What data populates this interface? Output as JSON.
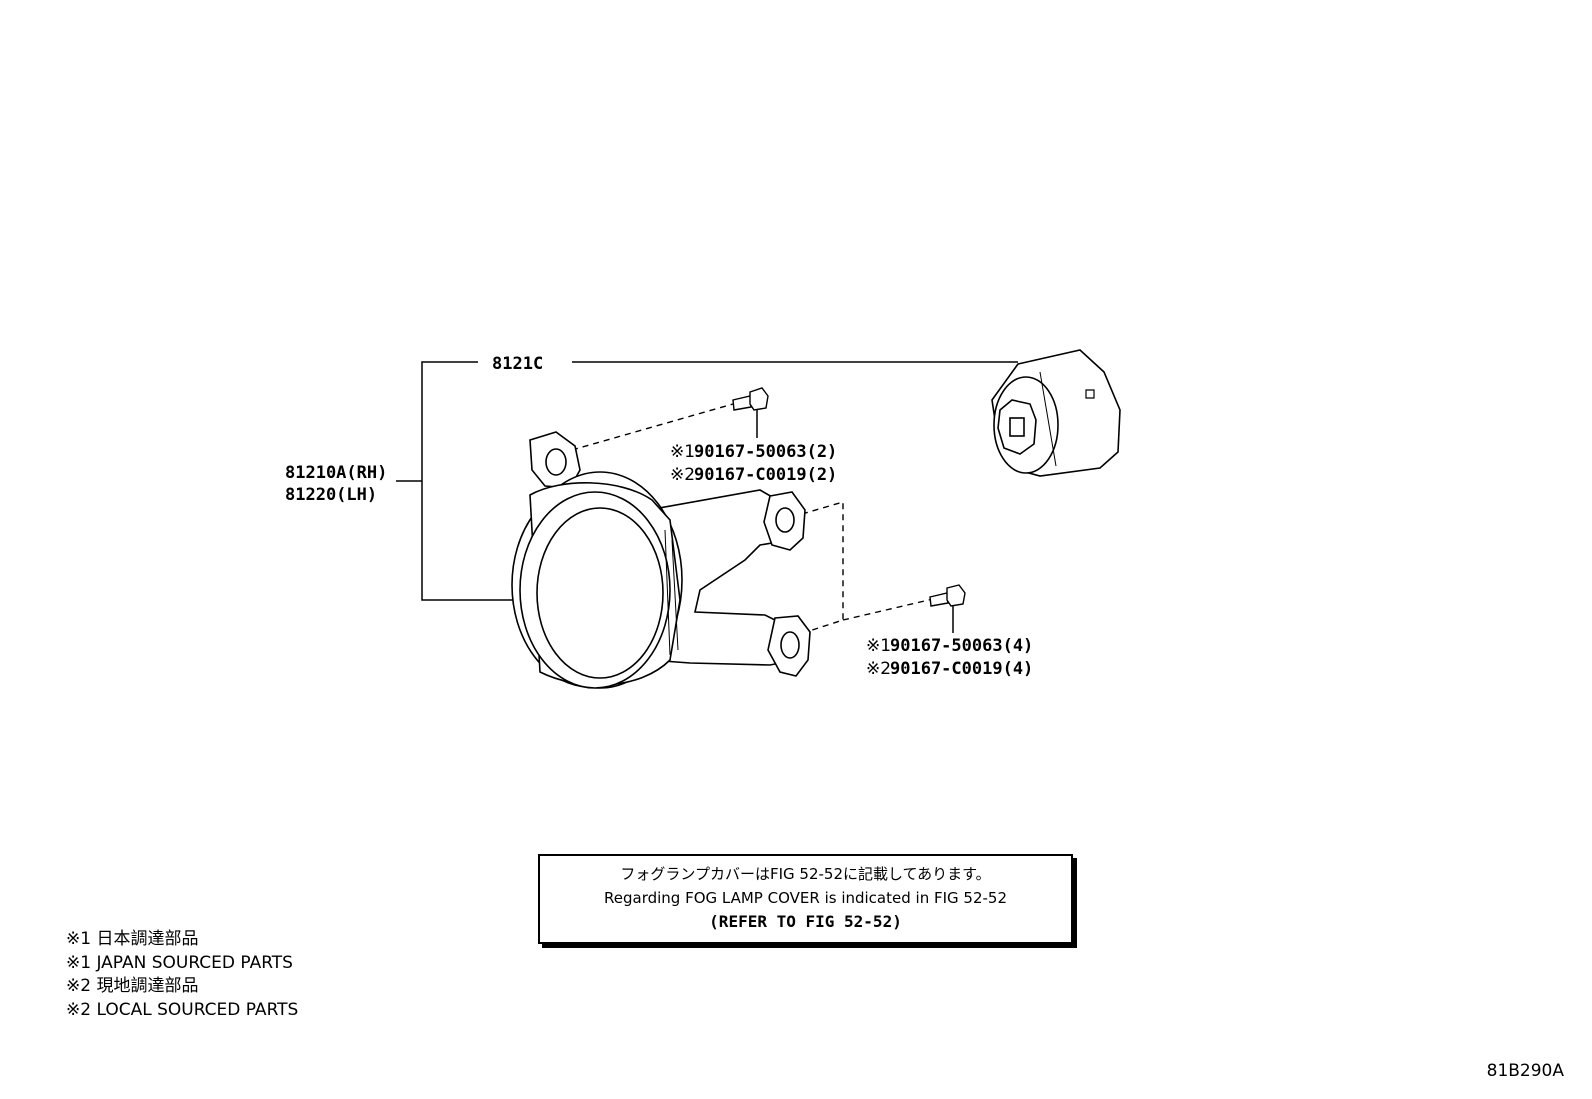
{
  "callouts": {
    "bulb_socket": "8121C",
    "lamp_rh": "81210A(RH)",
    "lamp_lh": "81220(LH)",
    "screw_top": [
      {
        "mark": "※1",
        "part": "90167-50063(2)"
      },
      {
        "mark": "※2",
        "part": "90167-C0019(2)"
      }
    ],
    "screw_bottom": [
      {
        "mark": "※1",
        "part": "90167-50063(4)"
      },
      {
        "mark": "※2",
        "part": "90167-C0019(4)"
      }
    ]
  },
  "note": {
    "line_jp": "フォグランプカバーはFIG 52-52に記載してあります。",
    "line_en": "Regarding FOG LAMP COVER is indicated in FIG 52-52",
    "line_ref": "(REFER TO FIG 52-52)"
  },
  "legend": [
    "※1 日本調達部品",
    "※1 JAPAN SOURCED PARTS",
    "※2 現地調達部品",
    "※2 LOCAL SOURCED PARTS"
  ],
  "figure_code": "81B290A"
}
